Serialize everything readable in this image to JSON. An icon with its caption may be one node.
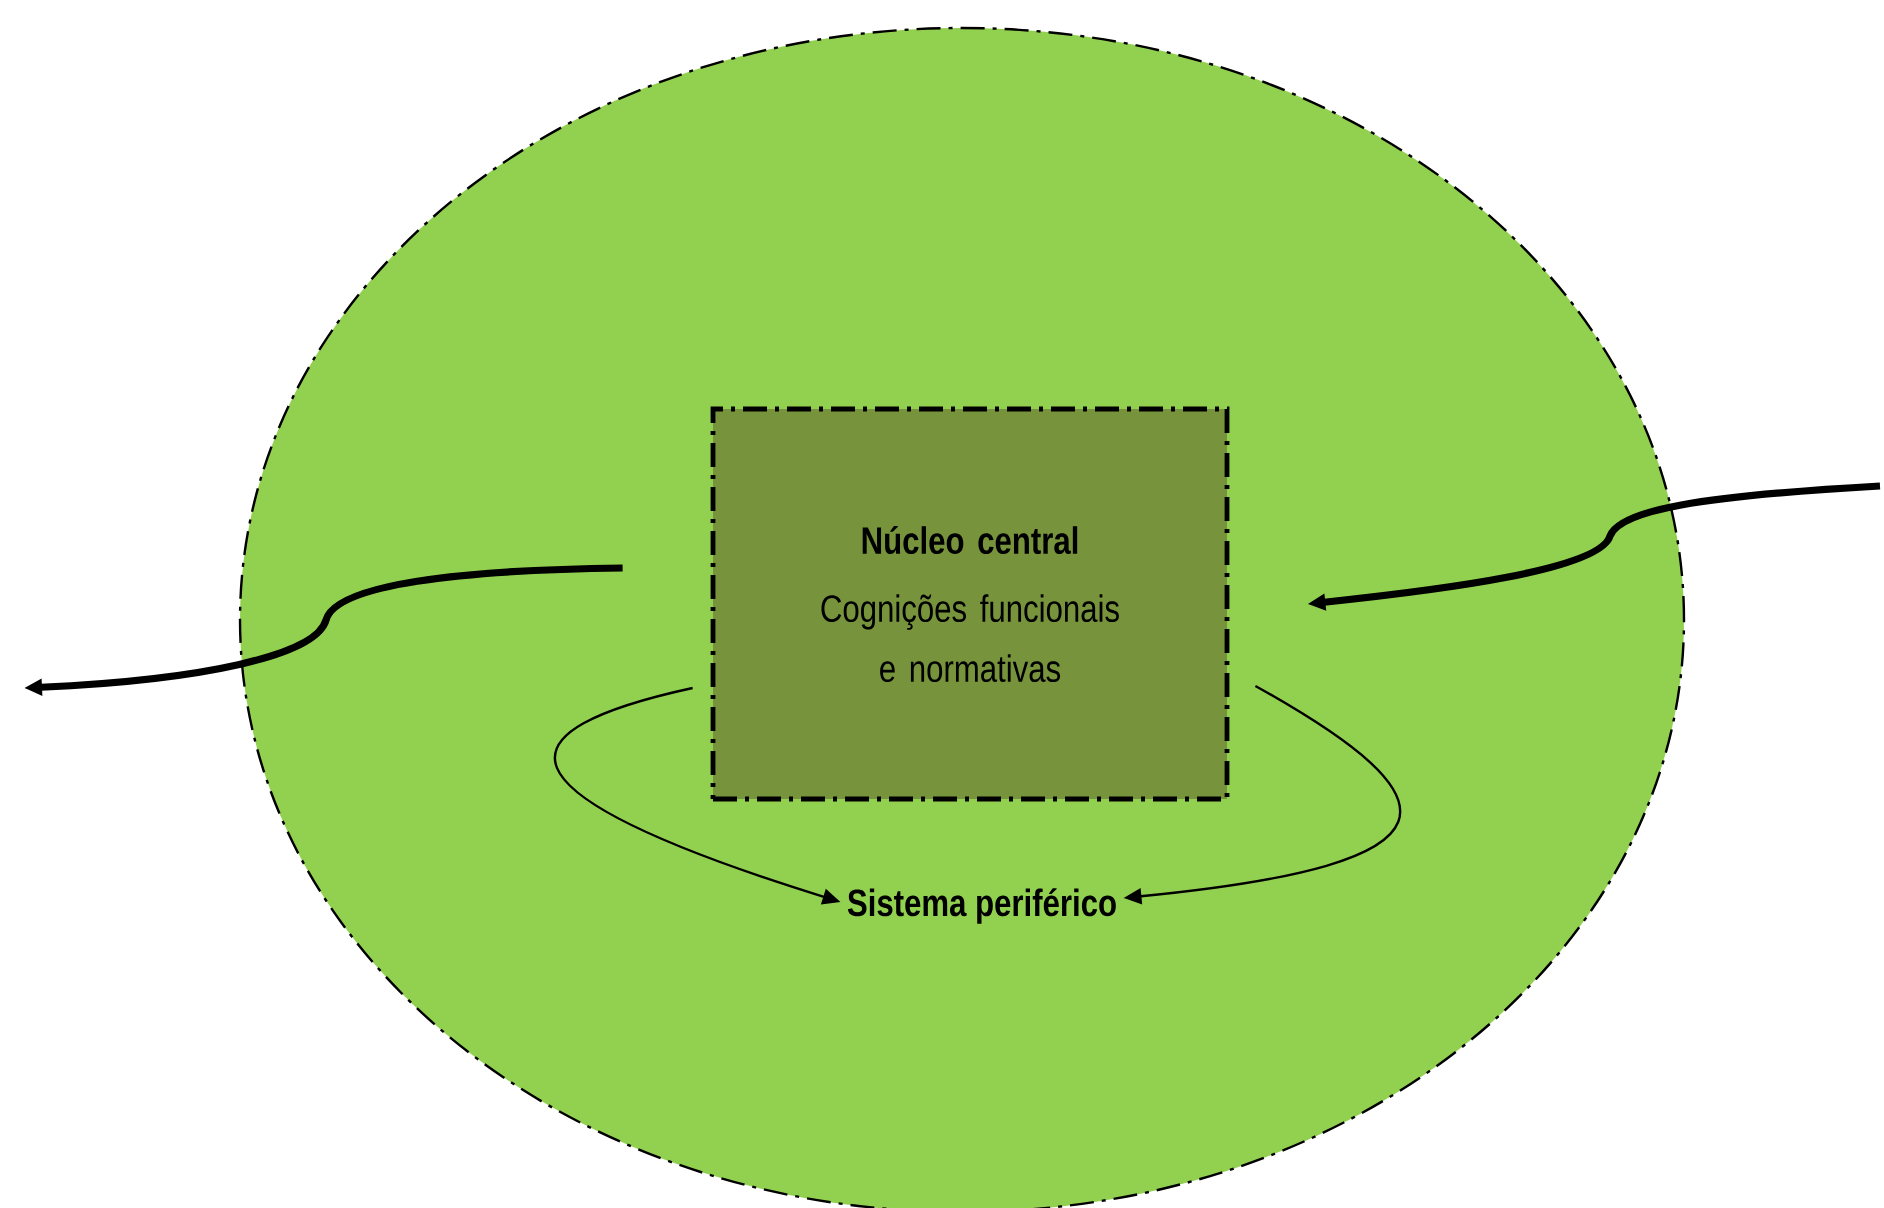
{
  "diagram": {
    "nodes": [
      {
        "text": [],
        "shape": "ellipse"
      },
      {
        "text": [
          "Núcleo central",
          "Cognições funcionais e normativas"
        ],
        "in": 0
      },
      {
        "text": [
          "Sistema periférico"
        ],
        "in": 0
      }
    ],
    "edges": [
      {
        "from": null,
        "to": 1,
        "arrow": "to",
        "style": "thick"
      },
      {
        "from": 1,
        "to": null,
        "arrow": "to",
        "style": "thick"
      },
      {
        "from": 1,
        "to": 2,
        "arrow": "to"
      },
      {
        "from": 1,
        "to": 2,
        "arrow": "to"
      }
    ]
  }
}
